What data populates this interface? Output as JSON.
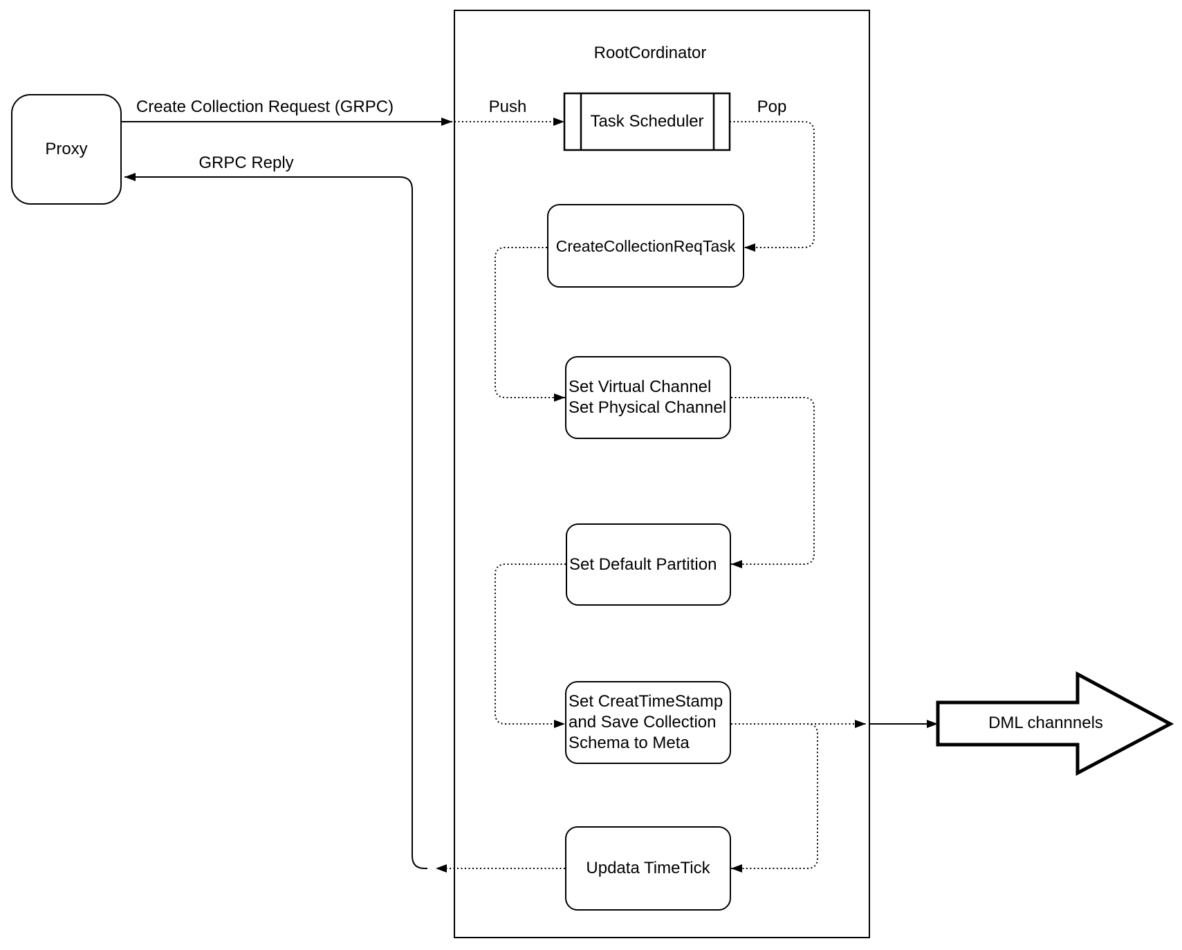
{
  "colors": {
    "stroke": "#000000",
    "background": "#ffffff"
  },
  "proxy": {
    "label": "Proxy"
  },
  "root_coordinator": {
    "title": "RootCordinator",
    "task_scheduler": {
      "label": "Task Scheduler"
    },
    "tasks": [
      {
        "label": "CreateCollectionReqTask"
      },
      {
        "lines": [
          "Set Virtual Channel",
          "Set Physical Channel"
        ]
      },
      {
        "label": "Set Default Partition"
      },
      {
        "lines": [
          "Set CreatTimeStamp",
          "and Save Collection",
          "Schema to Meta"
        ]
      },
      {
        "label": "Updata TimeTick"
      }
    ]
  },
  "edges": {
    "create_request": {
      "label": "Create Collection Request (GRPC)"
    },
    "grpc_reply": {
      "label": "GRPC Reply"
    },
    "push": {
      "label": "Push"
    },
    "pop": {
      "label": "Pop"
    }
  },
  "dml": {
    "label": "DML channnels"
  }
}
